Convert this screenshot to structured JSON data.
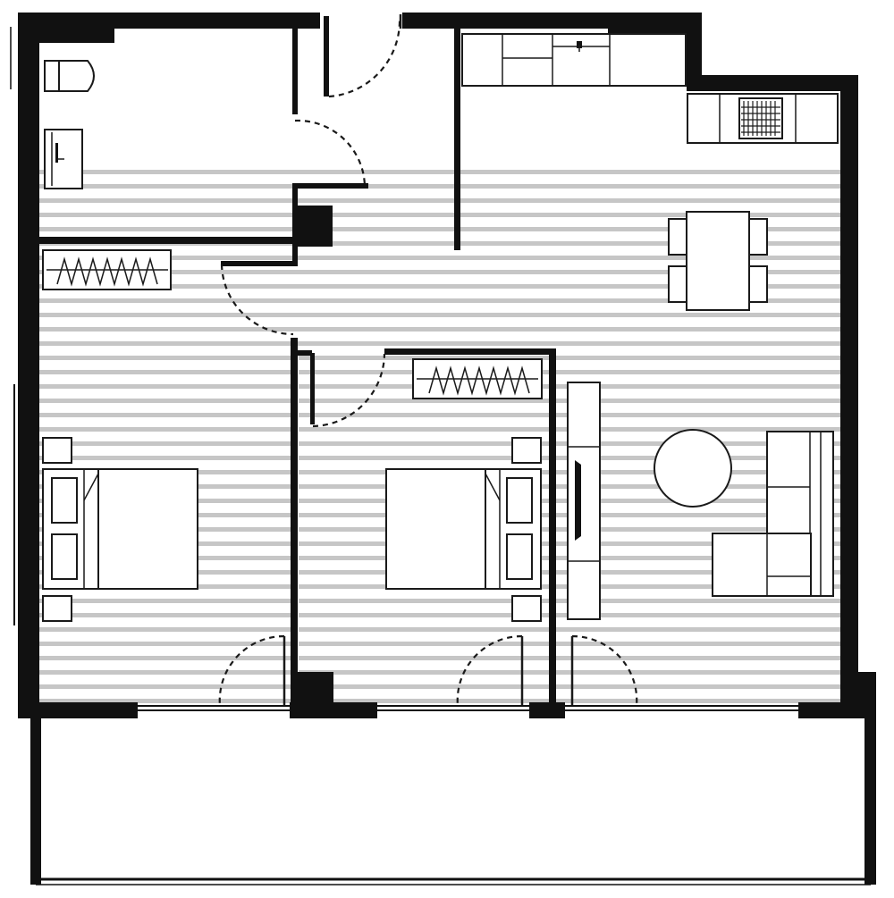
{
  "floor_plan": {
    "rooms": [
      "bathroom",
      "hallway",
      "kitchen",
      "dining-area",
      "bedroom-1",
      "bedroom-2",
      "living-room",
      "balcony"
    ],
    "colors": {
      "wall": "#111111",
      "floor_stripe": "#c6c6c6",
      "background": "#ffffff",
      "line": "#1a1a1a"
    },
    "floor_pattern": "horizontal-stripes",
    "labels_shown": false
  }
}
